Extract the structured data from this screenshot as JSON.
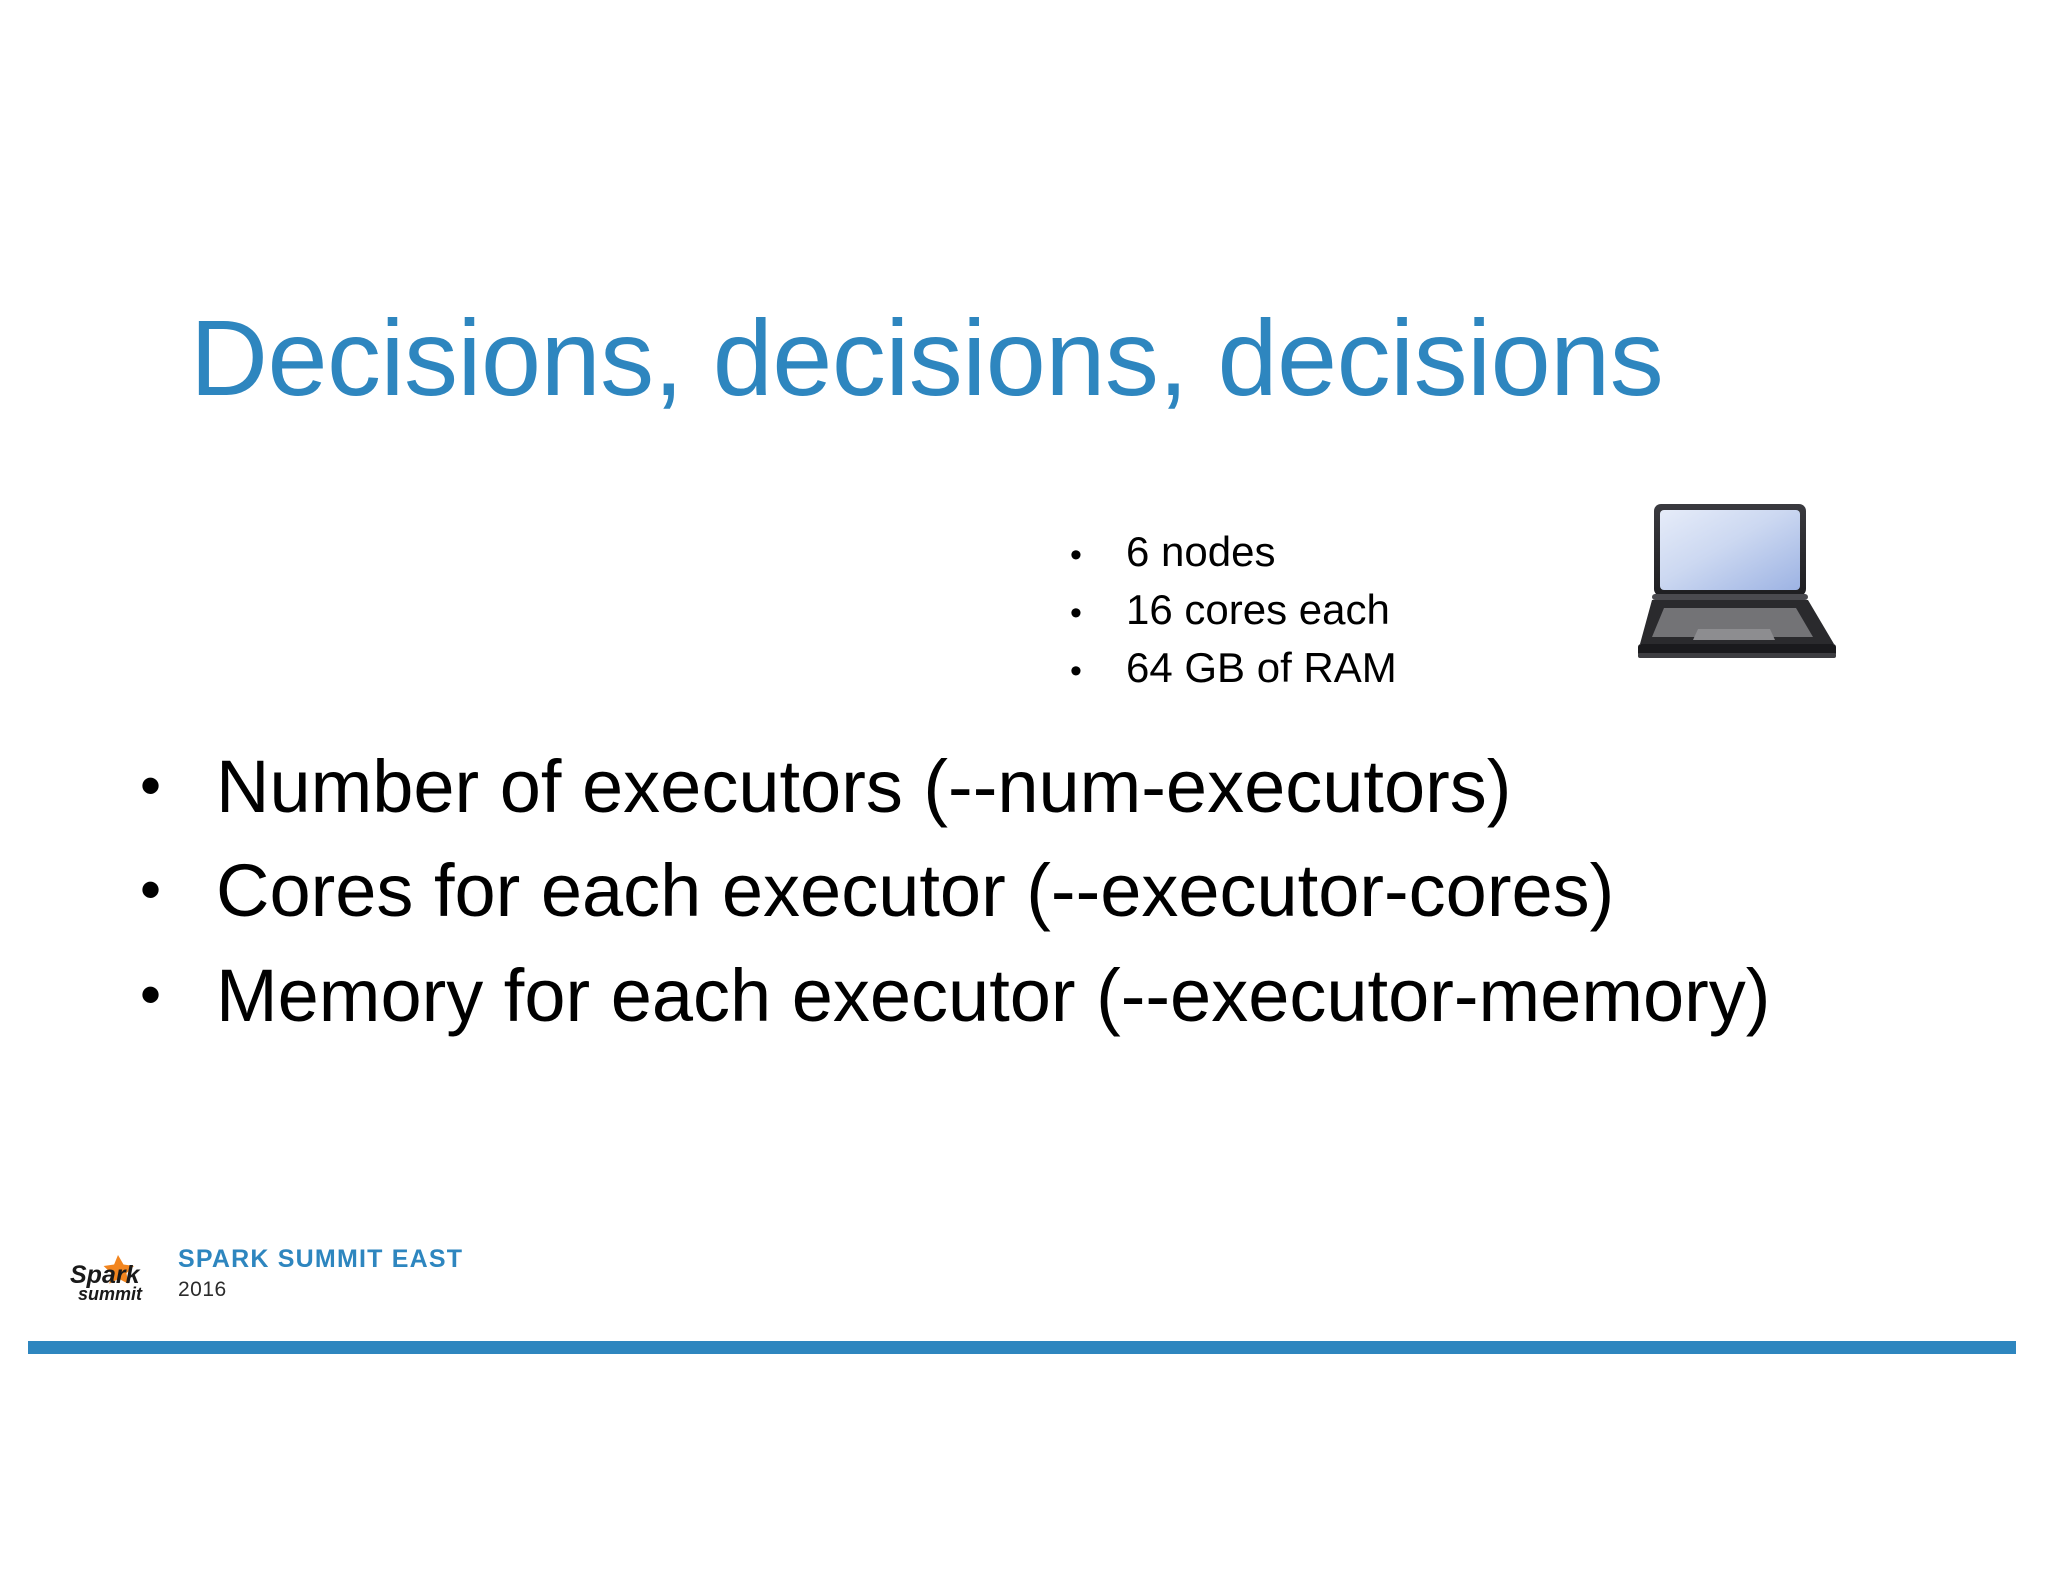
{
  "slide": {
    "title": "Decisions, decisions, decisions",
    "title_color": "#2E86BF",
    "background_color": "#FFFFFF"
  },
  "node_specs": {
    "bullet_glyph": "•",
    "items": [
      {
        "text": "6 nodes"
      },
      {
        "text": "16 cores each"
      },
      {
        "text": "64 GB of RAM"
      }
    ]
  },
  "illustration": {
    "icon": "laptop-icon",
    "screen_color_top": "#dfe6f6",
    "screen_color_bottom": "#a8bde8",
    "body_color": "#2b2b2e"
  },
  "main_bullets": {
    "bullet_glyph": "•",
    "items": [
      {
        "text": "Number of executors (--num-executors)"
      },
      {
        "text": "Cores for each executor (--executor-cores)"
      },
      {
        "text": "Memory for each executor (--executor-memory)"
      }
    ]
  },
  "footer": {
    "logo_word_top": "Spark",
    "logo_word_bottom": "summit",
    "event_name": "SPARK SUMMIT EAST",
    "event_year": "2016",
    "accent_color": "#2E86BF",
    "star_color": "#F2851E"
  }
}
